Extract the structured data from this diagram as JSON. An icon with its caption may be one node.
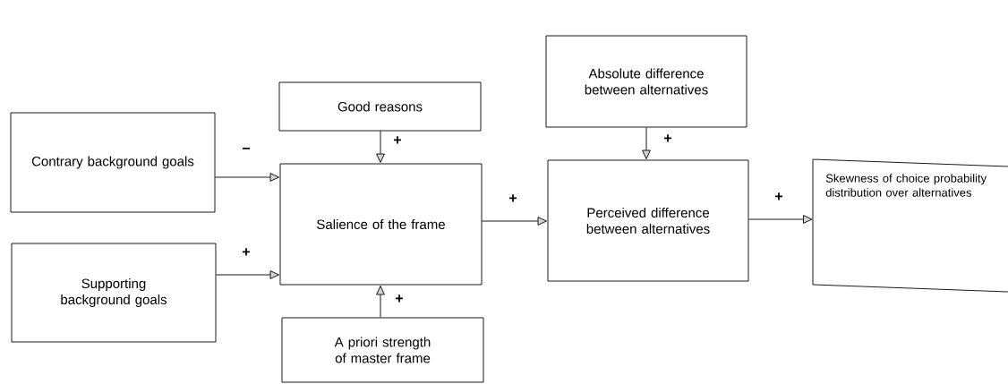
{
  "diagram": {
    "nodes": [
      {
        "text": [
          "Contrary background goals"
        ]
      },
      {
        "text": [
          "Supporting background goals"
        ]
      },
      {
        "text": [
          "Good reasons"
        ]
      },
      {
        "text": [
          "Salience of the frame"
        ]
      },
      {
        "text": [
          "A priori strength of master frame"
        ]
      },
      {
        "text": [
          "Absolute difference between alternatives"
        ]
      },
      {
        "text": [
          "Perceived difference between alternatives"
        ]
      },
      {
        "text": [
          "Skewness of choice probability distribution over alternatives"
        ]
      }
    ],
    "edges": [
      {
        "from": 0,
        "to": 3,
        "arrow": "to",
        "label": "−"
      },
      {
        "from": 1,
        "to": 3,
        "arrow": "to",
        "label": "+"
      },
      {
        "from": 2,
        "to": 3,
        "arrow": "to",
        "label": "+"
      },
      {
        "from": 4,
        "to": 3,
        "arrow": "to",
        "label": "+"
      },
      {
        "from": 3,
        "to": 6,
        "arrow": "to",
        "label": "+"
      },
      {
        "from": 5,
        "to": 6,
        "arrow": "to",
        "label": "+"
      },
      {
        "from": 6,
        "to": 7,
        "arrow": "to",
        "label": "+"
      }
    ]
  }
}
